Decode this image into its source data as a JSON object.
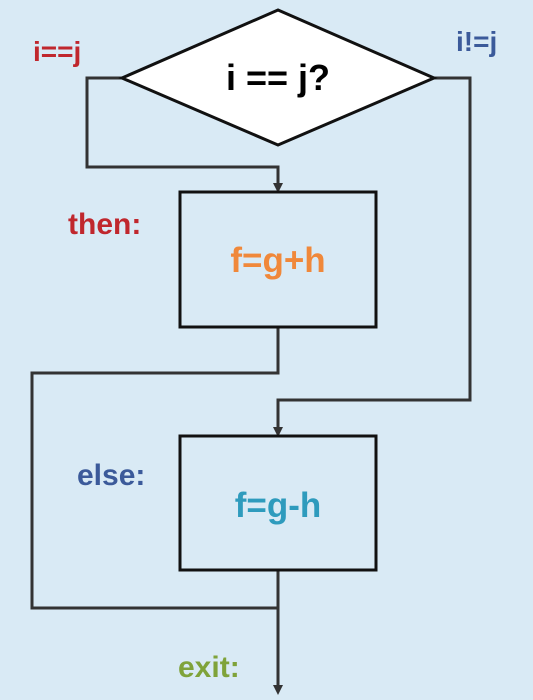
{
  "decision": {
    "text": "i == j?",
    "true_branch_label": "i==j",
    "false_branch_label": "i!=j"
  },
  "then_block": {
    "label": "then:",
    "code": "f=g+h"
  },
  "else_block": {
    "label": "else:",
    "code": "f=g-h"
  },
  "exit": {
    "label": "exit:"
  },
  "colors": {
    "background": "#d9eaf5",
    "true_branch": "#c0272d",
    "false_branch": "#3b5a9a",
    "then_label": "#c0272d",
    "then_code": "#f0883a",
    "else_label": "#3b5a9a",
    "else_code": "#2e9bbd",
    "exit_label": "#7fa33a",
    "line": "#333333",
    "shape_fill": "#ffffff",
    "shape_border": "#111111"
  }
}
